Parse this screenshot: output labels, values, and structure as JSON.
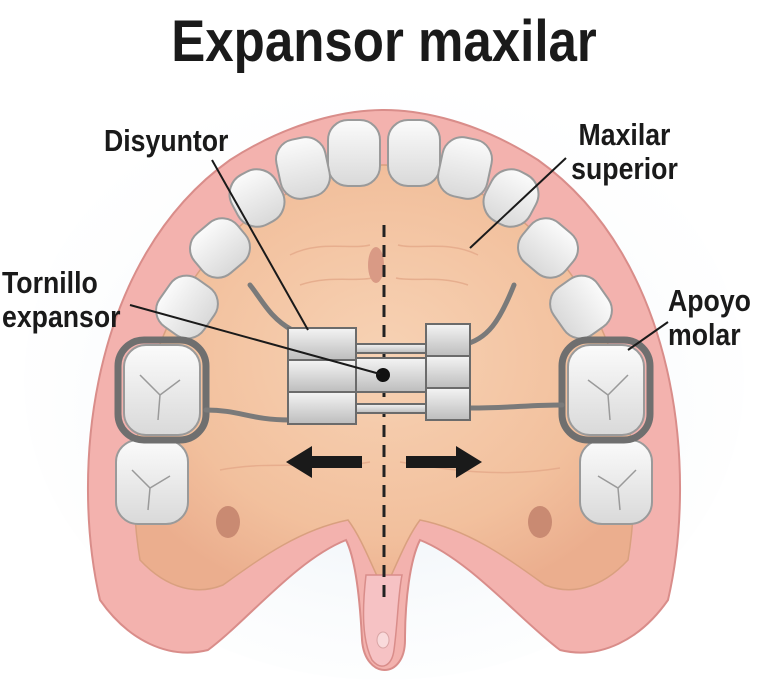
{
  "title": "Expansor maxilar",
  "labels": {
    "disyuntor": "Disyuntor",
    "maxilar_line1": "Maxilar",
    "maxilar_line2": "superior",
    "tornillo_line1": "Tornillo",
    "tornillo_line2": "expansor",
    "apoyo_line1": "Apoyo",
    "apoyo_line2": "molar"
  },
  "colors": {
    "gum": "#f2a8a8",
    "palate": "#f5c9a8",
    "teeth": "#ececec",
    "metal": "#8a8a8a",
    "arrow": "#1a1a1a"
  }
}
